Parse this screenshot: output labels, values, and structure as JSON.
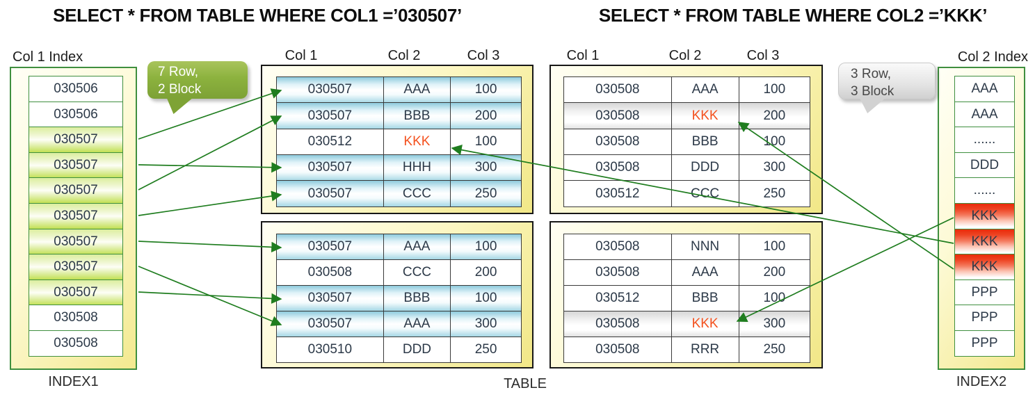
{
  "titles": {
    "left": "SELECT * FROM TABLE WHERE COL1 =’030507’",
    "right": "SELECT * FROM TABLE WHERE COL2 =’KKK’"
  },
  "callouts": {
    "left": {
      "line1": "7 Row,",
      "line2": "2 Block"
    },
    "right": {
      "line1": "3 Row,",
      "line2": "3 Block"
    }
  },
  "index1": {
    "title": "Col 1 Index",
    "caption": "INDEX1",
    "rows": [
      {
        "value": "030506"
      },
      {
        "value": "030506"
      },
      {
        "value": "030507"
      },
      {
        "value": "030507"
      },
      {
        "value": "030507"
      },
      {
        "value": "030507"
      },
      {
        "value": "030507"
      },
      {
        "value": "030507"
      },
      {
        "value": "030507"
      },
      {
        "value": "030508"
      },
      {
        "value": "030508"
      }
    ]
  },
  "index2": {
    "title": "Col 2 Index",
    "caption": "INDEX2",
    "rows": [
      {
        "value": "AAA"
      },
      {
        "value": "AAA"
      },
      {
        "value": "......"
      },
      {
        "value": "DDD"
      },
      {
        "value": "......"
      },
      {
        "value": "KKK"
      },
      {
        "value": "KKK"
      },
      {
        "value": "KKK"
      },
      {
        "value": "PPP"
      },
      {
        "value": "PPP"
      },
      {
        "value": "PPP"
      }
    ]
  },
  "table": {
    "caption": "TABLE",
    "left_headers": [
      "Col 1",
      "Col 2",
      "Col 3"
    ],
    "right_headers": [
      "Col 1",
      "Col 2",
      "Col 3"
    ],
    "blocks": {
      "top_left": {
        "rows": [
          {
            "c1": "030507",
            "c2": "AAA",
            "c3": "100"
          },
          {
            "c1": "030507",
            "c2": "BBB",
            "c3": "200"
          },
          {
            "c1": "030512",
            "c2": "KKK",
            "c3": "100"
          },
          {
            "c1": "030507",
            "c2": "HHH",
            "c3": "300"
          },
          {
            "c1": "030507",
            "c2": "CCC",
            "c3": "250"
          }
        ]
      },
      "bottom_left": {
        "rows": [
          {
            "c1": "030507",
            "c2": "AAA",
            "c3": "100"
          },
          {
            "c1": "030508",
            "c2": "CCC",
            "c3": "200"
          },
          {
            "c1": "030507",
            "c2": "BBB",
            "c3": "100"
          },
          {
            "c1": "030507",
            "c2": "AAA",
            "c3": "300"
          },
          {
            "c1": "030510",
            "c2": "DDD",
            "c3": "250"
          }
        ]
      },
      "top_right": {
        "rows": [
          {
            "c1": "030508",
            "c2": "AAA",
            "c3": "100"
          },
          {
            "c1": "030508",
            "c2": "KKK",
            "c3": "200"
          },
          {
            "c1": "030508",
            "c2": "BBB",
            "c3": "100"
          },
          {
            "c1": "030508",
            "c2": "DDD",
            "c3": "300"
          },
          {
            "c1": "030512",
            "c2": "CCC",
            "c3": "250"
          }
        ]
      },
      "bottom_right": {
        "rows": [
          {
            "c1": "030508",
            "c2": "NNN",
            "c3": "100"
          },
          {
            "c1": "030508",
            "c2": "AAA",
            "c3": "200"
          },
          {
            "c1": "030512",
            "c2": "BBB",
            "c3": "100"
          },
          {
            "c1": "030508",
            "c2": "KKK",
            "c3": "300"
          },
          {
            "c1": "030508",
            "c2": "RRR",
            "c3": "250"
          }
        ]
      }
    }
  },
  "arrows": {
    "index1_to_table": "7 arrows from the 030507 index rows to the 030507 table rows (2 blocks)",
    "index2_to_table": "3 arrows from the KKK index rows to the KKK table rows (3 blocks)"
  },
  "colors": {
    "arrow_green": "#1f7d1f",
    "index_border_green": "#3f8f3f",
    "kkk_text": "#f4511e",
    "callout_green_bg": "#8cb23e",
    "callout_gray_text": "#474747",
    "highlight_blue": "#8ecbdd",
    "highlight_green": "#c2e054",
    "highlight_red": "#e92b0a",
    "highlight_gray": "#d6d6d6",
    "block_yellow": "#f1e787"
  }
}
